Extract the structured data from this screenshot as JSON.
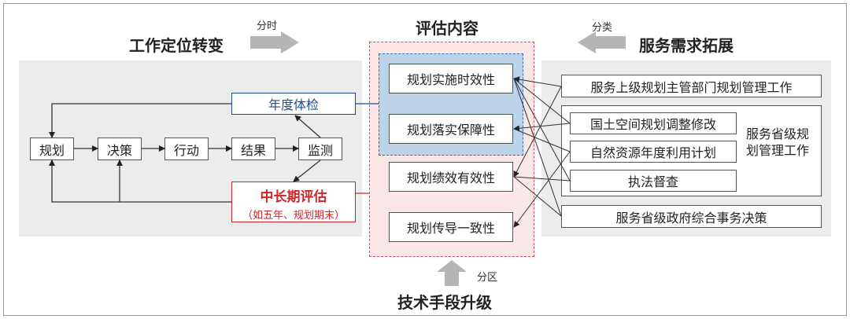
{
  "left": {
    "title": "工作定位转变",
    "arrow_label": "分时",
    "flow": [
      "规划",
      "决策",
      "行动",
      "结果",
      "监测"
    ],
    "annual": "年度体检",
    "midlong": "中长期评估",
    "midlong_sub": "（如五年、规划期末）"
  },
  "center": {
    "title": "评估内容",
    "items": [
      "规划实施时效性",
      "规划落实保障性",
      "规划绩效有效性",
      "规划传导一致性"
    ],
    "bottom_label": "分区",
    "bottom_title": "技术手段升级"
  },
  "right": {
    "title": "服务需求拓展",
    "arrow_label": "分类",
    "top_item": "服务上级规划主管部门规划管理工作",
    "sub_items": [
      "国土空间规划调整修改",
      "自然资源年度利用计划",
      "执法督查"
    ],
    "group_label": "服务省级规划管理工作",
    "bottom_item": "服务省级政府综合事务决策"
  },
  "colors": {
    "annual_blue": "#1f4e8c",
    "midlong_red": "#d0262a",
    "center_pink": "#fbe6e8",
    "center_blue": "#bcd3ea",
    "gray_panel": "#ececec",
    "gray_arrow": "#b5b5b5"
  }
}
